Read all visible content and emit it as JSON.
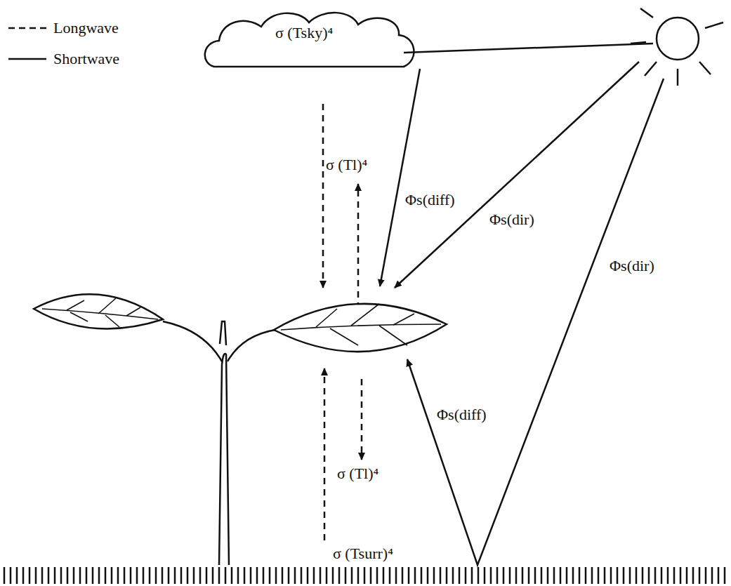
{
  "diagram": {
    "labels": [
      "σ (Tsky)⁴",
      "σ (Tl)⁴",
      "Φs(diff)",
      "Φs(dir)",
      "Φs(dir)",
      "Φs(diff)",
      "σ (Tl)⁴",
      "σ (Tsurr)⁴"
    ],
    "legend": [
      {
        "text": "Longwave"
      },
      {
        "text": "Shortwave"
      }
    ]
  }
}
